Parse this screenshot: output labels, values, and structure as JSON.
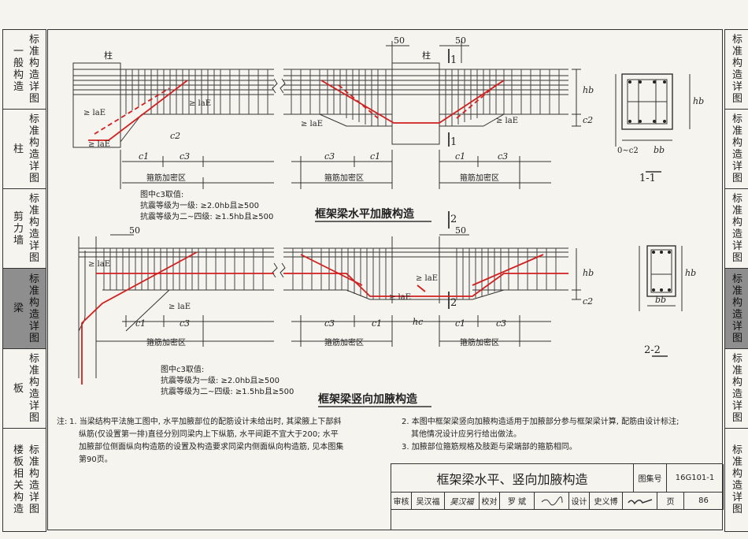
{
  "left_tabs": [
    {
      "title": "一般构造",
      "subtitle": "标准构造详图",
      "active": false
    },
    {
      "title": "柱",
      "subtitle": "标准构造详图",
      "active": false
    },
    {
      "title": "剪力墙",
      "subtitle": "标准构造详图",
      "active": false
    },
    {
      "title": "梁",
      "subtitle": "标准构造详图",
      "active": true
    },
    {
      "title": "板",
      "subtitle": "标准构造详图",
      "active": false
    },
    {
      "title": "楼板相关构造",
      "subtitle": "标准构造详图",
      "active": false
    }
  ],
  "diagram": {
    "top_title": "框架梁水平加腋构造",
    "bottom_title": "框架梁竖向加腋构造",
    "column_label": "柱",
    "dim_50": "50",
    "c1": "c1",
    "c2": "c2",
    "c3": "c3",
    "hc": "hc",
    "hb": "hb",
    "bb": "bb",
    "lae": "≥ laE",
    "zone_label": "箍筋加密区",
    "section_1": "1",
    "section_2": "2",
    "section_11": "1-1",
    "section_22": "2-2",
    "c2_range": "0~c2",
    "c3_note_title": "图中c3取值:",
    "c3_note_line1": "抗震等级为一级: ≥2.0hb且≥500",
    "c3_note_line2": "抗震等级为二~四级: ≥1.5hb且≥500"
  },
  "notes": {
    "label": "注:",
    "n1_l1": "1. 当梁结构平法施工图中, 水平加腋部位的配筋设计未给出时, 其梁腋上下部斜",
    "n1_l2": "纵筋(仅设置第一排)直径分别同梁内上下纵筋, 水平间距不宜大于200; 水平",
    "n1_l3": "加腋部位侧面纵向构造筋的设置及构造要求同梁内侧面纵向构造筋, 见本图集",
    "n1_l4": "第90页。",
    "n2_l1": "2. 本图中框架梁竖向加腋构造适用于加腋部分参与框架梁计算, 配筋由设计标注;",
    "n2_l2": "其他情况设计应另行给出做法。",
    "n3": "3. 加腋部位箍筋规格及肢距与梁端部的箍筋相同。"
  },
  "title_block": {
    "title": "框架梁水平、竖向加腋构造",
    "atlas_label": "图集号",
    "atlas_no": "16G101-1",
    "review_label": "审核",
    "reviewer": "吴汉福",
    "check_label": "校对",
    "checker": "罗 斌",
    "design_label": "设计",
    "designer": "史义博",
    "page_label": "页",
    "page_no": "86"
  },
  "colors": {
    "red_bar": "#d21f1f",
    "line": "#333333",
    "active_tab": "#8e8e8e"
  }
}
